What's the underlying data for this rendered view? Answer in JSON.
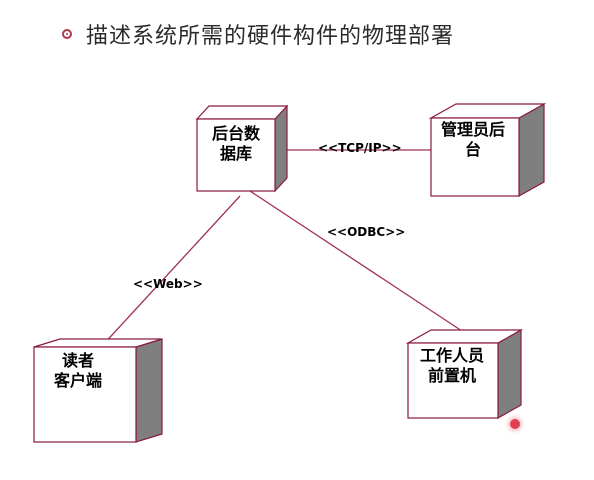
{
  "slide": {
    "title": "描述系统所需的硬件构件的物理部署"
  },
  "nodes": {
    "database": {
      "line1": "后台数",
      "line2": "据库"
    },
    "admin": {
      "line1": "管理员后",
      "line2": "台"
    },
    "reader": {
      "line1": "读者",
      "line2": "客户端"
    },
    "staff": {
      "line1": "工作人员",
      "line2": "前置机"
    }
  },
  "connections": {
    "tcp": "<<TCP/IP>>",
    "odbc": "<<ODBC>>",
    "web": "<<Web>>"
  },
  "colors": {
    "node_border": "#8a1a3c",
    "node_shadow": "#7f7f7f",
    "connector": "#a0324e",
    "bullet": "#b03a4a",
    "cursor": "#e04050"
  }
}
